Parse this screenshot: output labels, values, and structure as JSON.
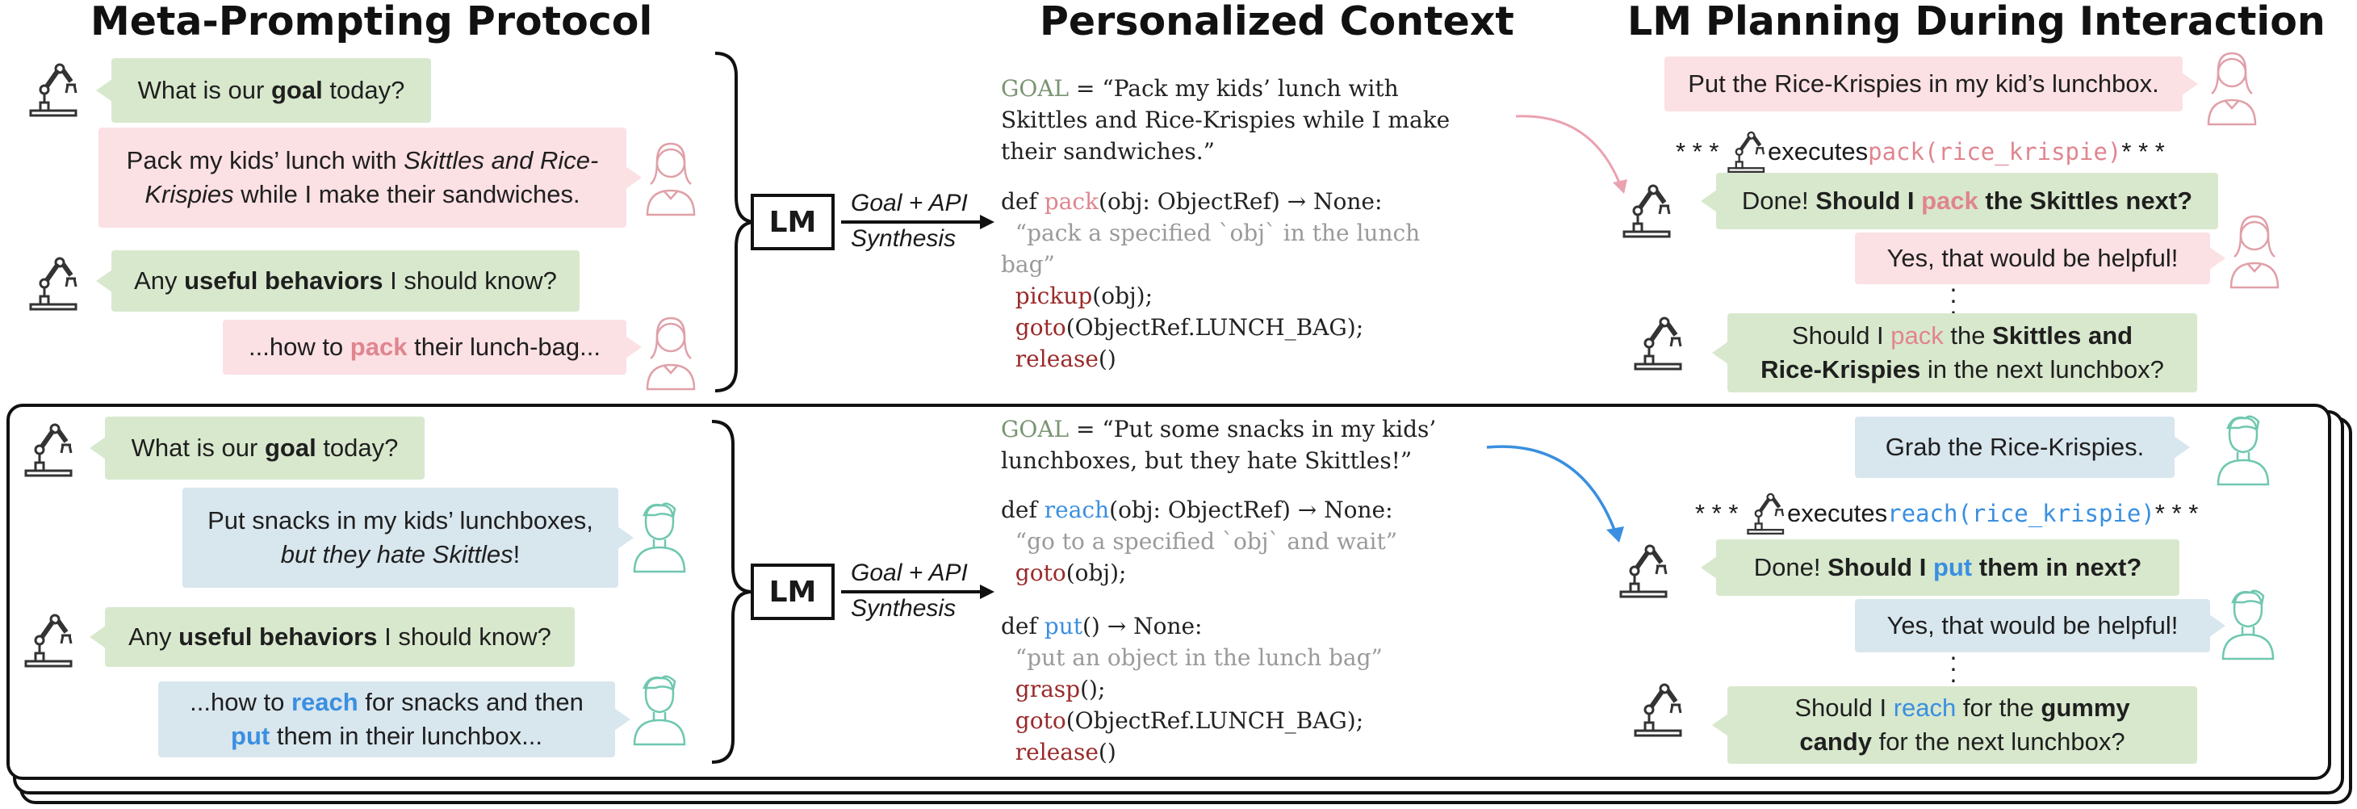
{
  "headings": {
    "left": "Meta-Prompting Protocol",
    "middle": "Personalized Context",
    "right": "LM Planning During Interaction"
  },
  "lm": {
    "label": "LM",
    "synth_line1": "Goal + API",
    "synth_line2": "Synthesis"
  },
  "top": {
    "left": {
      "q1": {
        "a": "What is our ",
        "b": "goal",
        "c": " today?"
      },
      "a1": {
        "a": "Pack my kids’ lunch with ",
        "b": "Skittles and Rice-",
        "c": "Krispies",
        "d": " while I make their sandwiches."
      },
      "q2": {
        "a": "Any ",
        "b": "useful behaviors",
        "c": " I should know?"
      },
      "a2": {
        "a": "...how to ",
        "b": "pack",
        "c": " their lunch-bag..."
      }
    },
    "code": {
      "goal_kw": "GOAL",
      "goal_l1": " = “Pack my kids’ lunch with",
      "goal_l2": "Skittles and Rice-Krispies while I make",
      "goal_l3": "their sandwiches.”",
      "def": "def ",
      "fn": "pack",
      "sig": "(obj: ObjectRef) → None:",
      "doc1": "  “pack a specified `obj` in the lunch",
      "doc2": "bag”",
      "c1": "  pickup",
      "c1b": "(obj);",
      "c2": "  goto",
      "c2b": "(ObjectRef.LUNCH_BAG);",
      "c3": "  release",
      "c3b": "()"
    },
    "right": {
      "u1": "Put the Rice-Krispies in my kid’s lunchbox.",
      "exec_a": "* * *",
      "exec_b": " executes ",
      "exec_fn": "pack(rice_krispie)",
      "exec_c": " * * *",
      "r1": {
        "a": "Done! ",
        "b": "Should I ",
        "c": "pack",
        "d": " the Skittles next?"
      },
      "u2": "Yes, that would be helpful!",
      "r2": {
        "a": "Should I ",
        "b": "pack",
        "c": " the ",
        "d": "Skittles and",
        "e": "Rice-Krispies",
        "f": " in the next lunchbox?"
      }
    }
  },
  "bottom": {
    "left": {
      "q1": {
        "a": "What is our ",
        "b": "goal",
        "c": " today?"
      },
      "a1": {
        "a": "Put snacks in my kids’ lunchboxes,",
        "b": "but they hate Skittles",
        "c": "!"
      },
      "q2": {
        "a": "Any ",
        "b": "useful behaviors",
        "c": " I should know?"
      },
      "a2": {
        "a": "...how to ",
        "b": "reach",
        "c": " for snacks and then",
        "d": "put",
        "e": " them in their lunchbox..."
      }
    },
    "code": {
      "goal_kw": "GOAL",
      "goal_l1": " = “Put some snacks in my kids’",
      "goal_l2": "lunchboxes, but they hate Skittles!”",
      "def1": "def ",
      "fn1": "reach",
      "sig1": "(obj: ObjectRef) → None:",
      "doc1": "  “go to a specified `obj` and wait”",
      "c1": "  goto",
      "c1b": "(obj);",
      "def2": "def ",
      "fn2": "put",
      "sig2": "() → None:",
      "doc2": "  “put an object in the lunch bag”",
      "c2": "  grasp",
      "c2b": "();",
      "c3": "  goto",
      "c3b": "(ObjectRef.LUNCH_BAG);",
      "c4": "  release",
      "c4b": "()"
    },
    "right": {
      "u1": "Grab the Rice-Krispies.",
      "exec_a": "* * *",
      "exec_b": " executes ",
      "exec_fn": "reach(rice_krispie)",
      "exec_c": " * * *",
      "r1": {
        "a": "Done! ",
        "b": "Should I ",
        "c": "put",
        "d": " them in next?"
      },
      "u2": "Yes, that would be helpful!",
      "r2": {
        "a": "Should I ",
        "b": "reach",
        "c": " for the ",
        "d": "gummy",
        "e": "candy",
        "f": " for the next lunchbox?"
      }
    }
  },
  "colors": {
    "green_bubble": "#d8e8cd",
    "pink_bubble": "#fbe0e4",
    "blue_bubble": "#d8e6ee",
    "pack_accent": "#e0858f",
    "reach_accent": "#3a8fe0"
  }
}
